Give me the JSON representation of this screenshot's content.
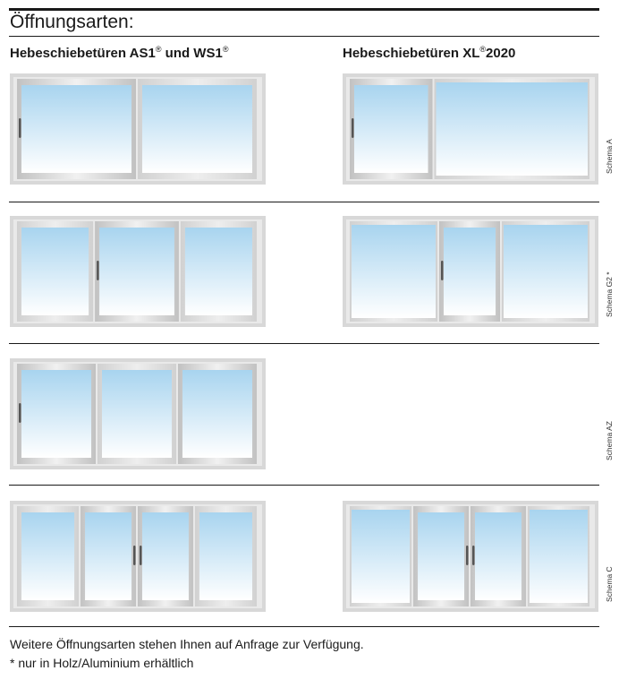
{
  "title": "Öffnungsarten:",
  "columns": [
    {
      "name": "Hebeschiebetüren AS1",
      "sup1": "®",
      "mid": " und WS1",
      "sup2": "®"
    },
    {
      "name": "Hebeschiebetüren XL",
      "sup1": "®",
      "mid": "2020",
      "sup2": ""
    }
  ],
  "rows": [
    {
      "schema": "Schema A",
      "left": [
        {
          "w": 1,
          "handle": "left"
        },
        {
          "w": 1,
          "handle": "none",
          "fixed": true
        }
      ],
      "right": [
        {
          "w": 0.7,
          "handle": "left"
        },
        {
          "w": 1.3,
          "handle": "none",
          "fixed": true,
          "full": true
        }
      ]
    },
    {
      "schema": "Schema G2 *",
      "left": [
        {
          "w": 1,
          "handle": "none",
          "fixed": true
        },
        {
          "w": 1.1,
          "handle": "left"
        },
        {
          "w": 1,
          "handle": "none",
          "fixed": true
        }
      ],
      "right": [
        {
          "w": 1,
          "handle": "none",
          "fixed": true,
          "full": true
        },
        {
          "w": 0.7,
          "handle": "left"
        },
        {
          "w": 1,
          "handle": "none",
          "fixed": true,
          "full": true
        }
      ]
    },
    {
      "schema": "Schema AZ",
      "left": [
        {
          "w": 1,
          "handle": "left"
        },
        {
          "w": 1,
          "handle": "none",
          "fixed": true
        },
        {
          "w": 1,
          "handle": "none"
        }
      ],
      "right": []
    },
    {
      "schema": "Schema C",
      "left": [
        {
          "w": 1,
          "handle": "none",
          "fixed": true
        },
        {
          "w": 0.9,
          "handle": "right"
        },
        {
          "w": 0.9,
          "handle": "left"
        },
        {
          "w": 1,
          "handle": "none",
          "fixed": true
        }
      ],
      "right": [
        {
          "w": 1,
          "handle": "none",
          "fixed": true,
          "full": true
        },
        {
          "w": 0.9,
          "handle": "right"
        },
        {
          "w": 0.9,
          "handle": "left"
        },
        {
          "w": 1,
          "handle": "none",
          "fixed": true,
          "full": true
        }
      ]
    }
  ],
  "footer": {
    "line1": "Weitere Öffnungsarten stehen Ihnen auf Anfrage zur Verfügung.",
    "line2": "* nur in Holz/Aluminium erhältlich"
  },
  "colors": {
    "frame": "#d8d8d8",
    "glassTop": "#a8d4ef",
    "glassBottom": "#ffffff",
    "rule": "#1a1a1a"
  }
}
